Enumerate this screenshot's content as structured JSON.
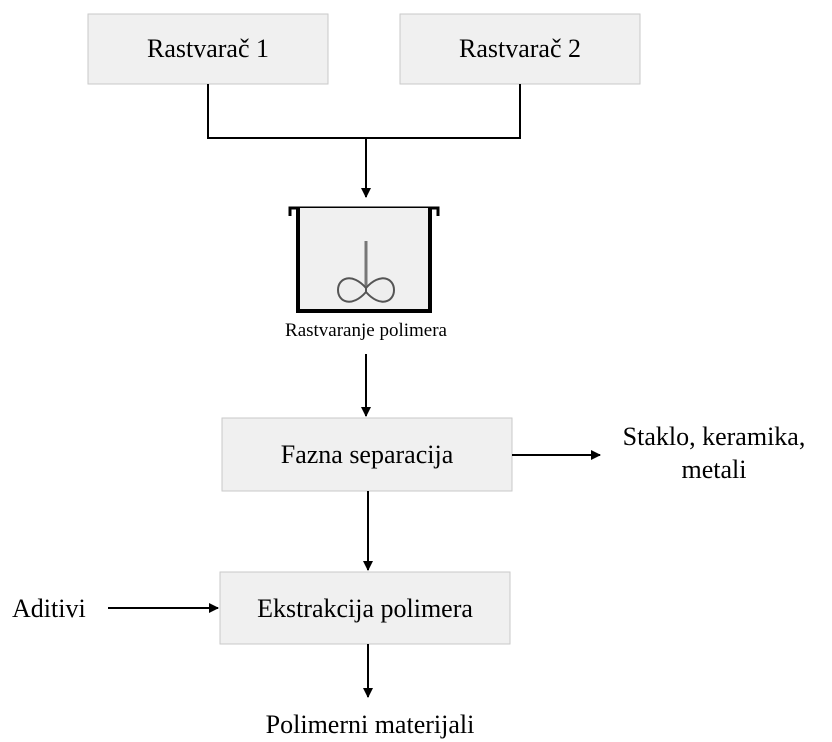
{
  "diagram": {
    "solvent1": "Rastvarač 1",
    "solvent2": "Rastvarač 2",
    "dissolution": "Rastvaranje polimera",
    "phase_separation": "Fazna separacija",
    "byproducts_line1": "Staklo, keramika,",
    "byproducts_line2": "metali",
    "additives": "Aditivi",
    "extraction": "Ekstrakcija polimera",
    "output": "Polimerni materijali"
  }
}
